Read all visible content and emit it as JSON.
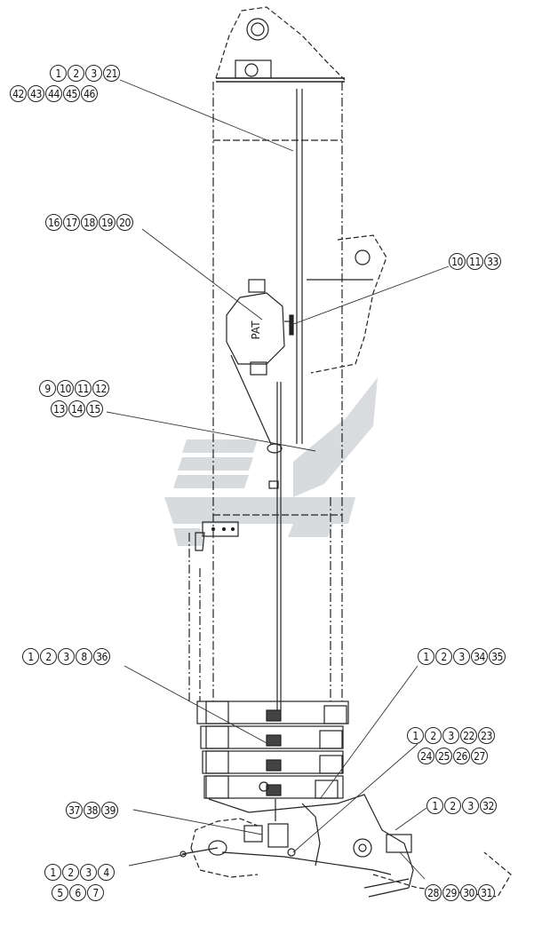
{
  "diagram": {
    "pat_label": "PAT",
    "callouts": [
      {
        "id": "c1",
        "rows": [
          [
            "1",
            "2",
            "3",
            "21"
          ],
          [
            "42",
            "43",
            "44",
            "45",
            "46"
          ]
        ]
      },
      {
        "id": "c2",
        "rows": [
          [
            "16",
            "17",
            "18",
            "19",
            "20"
          ]
        ]
      },
      {
        "id": "c3",
        "rows": [
          [
            "10",
            "11",
            "33"
          ]
        ]
      },
      {
        "id": "c4",
        "rows": [
          [
            "9",
            "10",
            "11",
            "12"
          ],
          [
            "13",
            "14",
            "15"
          ]
        ]
      },
      {
        "id": "c5",
        "rows": [
          [
            "1",
            "2",
            "3",
            "8",
            "36"
          ]
        ]
      },
      {
        "id": "c6",
        "rows": [
          [
            "1",
            "2",
            "3",
            "34",
            "35"
          ]
        ]
      },
      {
        "id": "c7",
        "rows": [
          [
            "1",
            "2",
            "3",
            "22",
            "23"
          ],
          [
            "24",
            "25",
            "26",
            "27"
          ]
        ]
      },
      {
        "id": "c8",
        "rows": [
          [
            "37",
            "38",
            "39"
          ]
        ]
      },
      {
        "id": "c9",
        "rows": [
          [
            "1",
            "2",
            "3",
            "32"
          ]
        ]
      },
      {
        "id": "c10",
        "rows": [
          [
            "1",
            "2",
            "3",
            "4"
          ],
          [
            "5",
            "6",
            "7"
          ]
        ]
      },
      {
        "id": "c11",
        "rows": [
          [
            "28",
            "29",
            "30",
            "31"
          ]
        ]
      }
    ]
  }
}
